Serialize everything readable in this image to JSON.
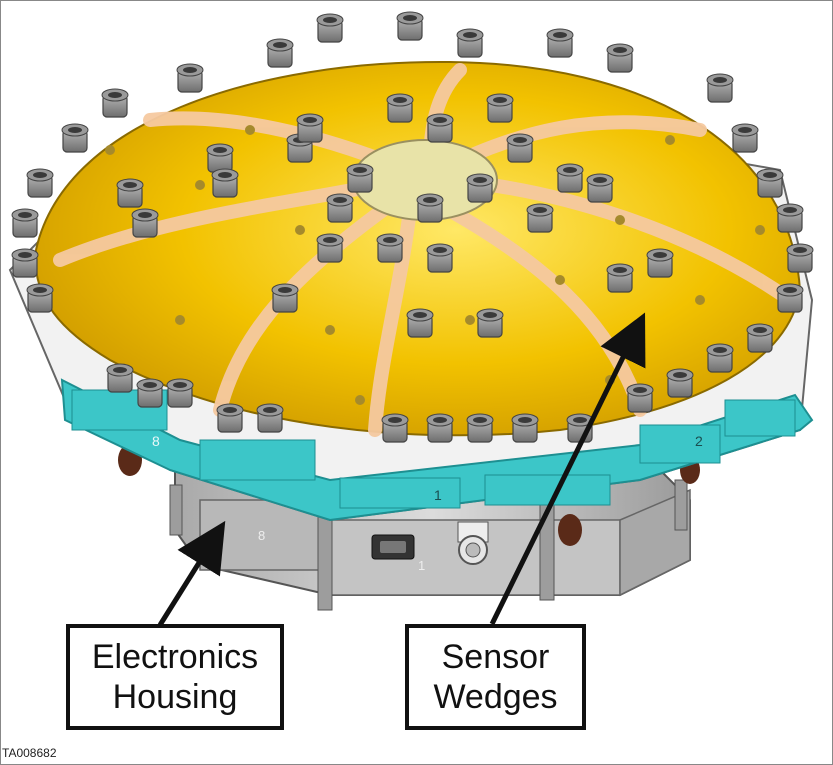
{
  "labels": {
    "electronics_line1": "Electronics",
    "electronics_line2": "Housing",
    "sensor_line1": "Sensor",
    "sensor_line2": "Wedges"
  },
  "figure_code": "TA008682",
  "wedge_numbers": [
    "8",
    "1",
    "2",
    "8",
    "1"
  ],
  "colors": {
    "dome_yellow": "#f2c200",
    "dome_highlight": "#ffe866",
    "rib": "#f5c9a0",
    "ring_teal": "#3cc6c8",
    "ring_white": "#f2f2f2",
    "housing_gray": "#c9c9c9",
    "sensor_gray": "#8a8a8a",
    "center_cap": "#e8e3a8",
    "bolt": "#a58a2c"
  },
  "icons": [
    "sensor-port-icon",
    "bolt-icon",
    "connector-icon",
    "arrow-icon"
  ]
}
